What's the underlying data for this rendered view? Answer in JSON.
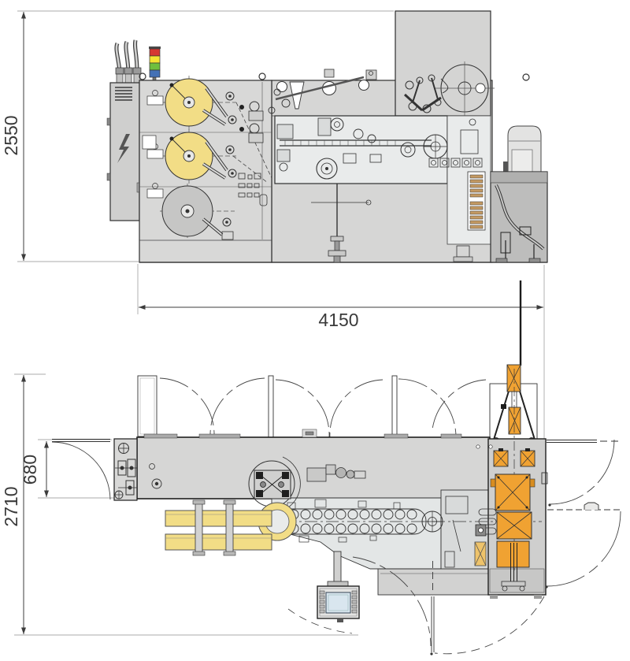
{
  "dimensions": {
    "height": "2550",
    "width": "4150",
    "infeed_depth": "680",
    "overall_depth": "2710"
  },
  "icons": {
    "stack_light": [
      "red-lamp",
      "yellow-lamp",
      "green-lamp",
      "blue-lamp"
    ],
    "cabinet_symbol": "electrical-hazard-icon",
    "reels": [
      "film-reel-yellow-upper",
      "film-reel-yellow-middle",
      "foil-reel-gray-lower",
      "lidding-foil-reel-outline"
    ],
    "control": "hmi-touch-panel"
  },
  "colors": {
    "line": "#2e2e2e",
    "dim": "#3c3c3c",
    "panel": "#d6d6d5",
    "panel2": "#d8d8d7",
    "cabinet": "#cfcfce",
    "tall": "#d4d4d3",
    "inner": "#e9ebeb",
    "dark": "#bdbdbc",
    "reel_yellow": "#f2dd86",
    "reel_gray": "#c6c6c5",
    "orange": "#f0a232",
    "tan": "#c49a63",
    "hmi": "#d9e6ef",
    "red": "#d63832",
    "yel": "#f5e433",
    "grn": "#6fbf3e",
    "blu": "#4471b6"
  }
}
